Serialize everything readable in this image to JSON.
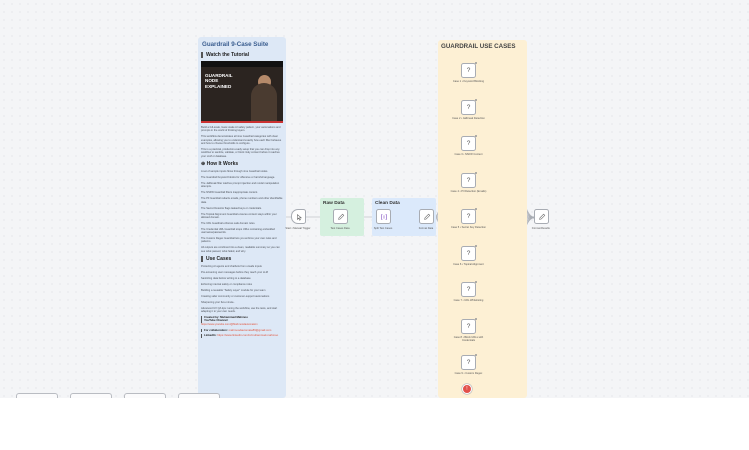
{
  "blue_note": {
    "title": "Guardrail 9-Case Suite",
    "h_watch": "Watch the Tutorial",
    "video_title": "GUARDRAIL NODE EXPLAINED",
    "intro": [
      "Build a full-scale, lower-stake AI safety pattern, your automations and prompts in the world of thinking layers.",
      "This workflow demonstrates all nine Guardrail categories with clear examples, allowing you to understand exactly how each filter behaves and how to choose thresholds to configure.",
      "This is a practical, production-ready setup that you can drop into any workflow to sanitize, validate, or block risky content before it reaches your LLM or database."
    ],
    "h_how": "⊕ How It Works",
    "how_items": [
      "A set of sample inputs flows through nine Guardrail nodes.",
      "The Guardrail Keyword blocks for offensive or harmful language.",
      "The Jailbreak filter catches prompt injection and model manipulation attempts.",
      "The NSFW Guardrail filters inappropriate content.",
      "The PII Guardrail redacts emails, phone numbers and other identifiable data.",
      "The Secret Detector flags leaked keys or credentials.",
      "The Topical Alignment Guardrail ensures content stays within your allowed domain.",
      "The URL Guardrail enforces safe domain rules.",
      "The Credential URL Guardrail stops URLs containing embedded username/passwords.",
      "The Custom Regex Guardrail lets you enforce your own rules and patterns.",
      "All outputs are combined into a clean, readable summary so you can see what passed, what failed, and why."
    ],
    "h_use": "Use Cases",
    "use_items": [
      "Protecting AI agents and chatbots from unsafe inputs",
      "Pre-screening user messages before they reach your LLM",
      "Sanitizing data before writing to a database",
      "Enforcing internal safety or compliance rules",
      "Building a reusable \"Safety Layer\" module for your team",
      "Creating safer community or customer-support automations",
      "Sharpening your five-minute-",
      "Advanced UX QA tips: tuning the workflow, use the tests, and start adapting it to your own needs."
    ],
    "created_by_label": "Created by: Muhammad Mahmoo",
    "youtube_label": "YouTube Channel:",
    "youtube_link": "https://www.youtube.com/@Mahmoodautomation",
    "collab_label": "For collaboration:",
    "collab_link": "mahmoodautomate89@gmail.com",
    "linkedin_label": "LinkedIn:",
    "linkedin_link": "https://www.linkedin.com/in/muhammad-mahmoo"
  },
  "groups": {
    "raw_data": "Raw Data",
    "clean_data": "Clean Data"
  },
  "yellow_note": {
    "title": "GUARDRAIL USE CASES"
  },
  "nodes": {
    "trigger": "Start • Manual Trigger",
    "test_cases": "Test Cases Data",
    "split": "Split Test Cases",
    "format": "Format Data",
    "format_results": "Format Results"
  },
  "cases": [
    {
      "symbol": "?",
      "label": "Case 1 • Keyword Blocking"
    },
    {
      "symbol": "?",
      "label": "Case 2 • Jailbreak Detection"
    },
    {
      "symbol": "?",
      "label": "Case 3 • NSFW Content"
    },
    {
      "symbol": "?",
      "label": "Case 4 • PII Detection (Emails)"
    },
    {
      "symbol": "?",
      "label": "Case 5 • Secret Key Detection"
    },
    {
      "symbol": "?",
      "label": "Case 6 • Topical Alignment"
    },
    {
      "symbol": "?",
      "label": "Case 7 • URL Whitelisting"
    },
    {
      "symbol": "?",
      "label": "Case 8 • Block URLs with Credentials"
    },
    {
      "symbol": "?",
      "label": "Case 9 • Custom Regex"
    }
  ],
  "stop_icon": "stop-circle-icon",
  "colors": {
    "blue_note": "#dde8f6",
    "yellow_note": "#fdf0d4",
    "green_group": "#d5f0df",
    "blue_group": "#dbe9fb",
    "link": "#e0533a"
  }
}
